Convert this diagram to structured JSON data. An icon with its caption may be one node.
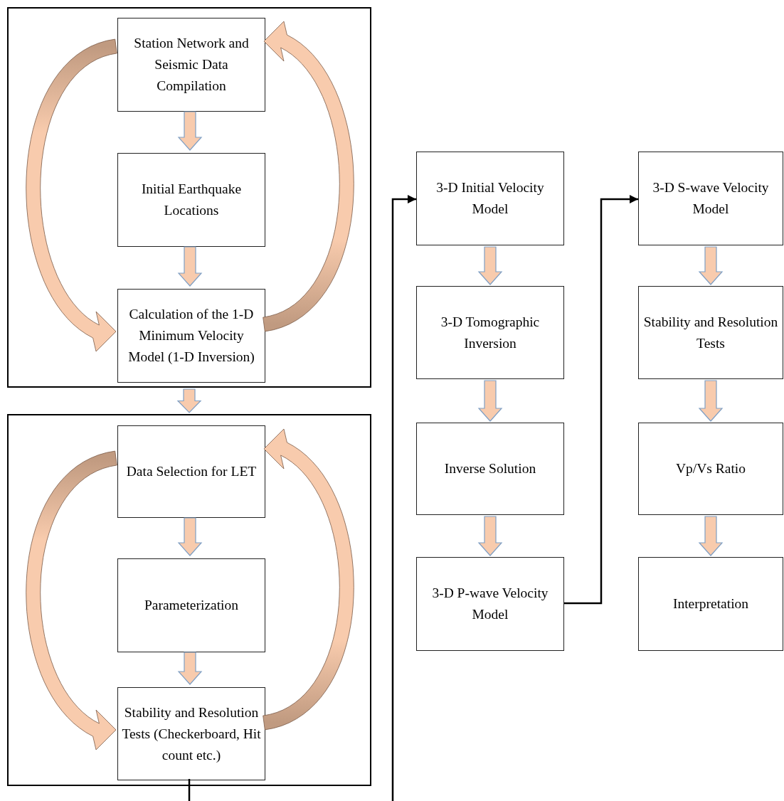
{
  "diagram": {
    "nodes": [
      {
        "text": [],
        "shape": "box"
      },
      {
        "text": [
          "Station Network and Seismic Data Compilation"
        ],
        "in": 0
      },
      {
        "text": [
          "Initial Earthquake Locations"
        ],
        "in": 0
      },
      {
        "text": [
          "Calculation of the 1-D Minimum Velocity Model (1-D Inversion)"
        ],
        "in": 0
      },
      {
        "text": [],
        "shape": "box"
      },
      {
        "text": [
          "Data Selection for LET"
        ],
        "in": 4
      },
      {
        "text": [
          "Parameterization"
        ],
        "in": 4
      },
      {
        "text": [
          "Stability and Resolution Tests (Checkerboard, Hit count etc.)"
        ],
        "in": 4
      },
      {
        "text": [
          "3-D Initial Velocity Model"
        ]
      },
      {
        "text": [
          "3-D Tomographic Inversion"
        ]
      },
      {
        "text": [
          "Inverse Solution"
        ]
      },
      {
        "text": [
          "3-D P-wave Velocity Model"
        ]
      },
      {
        "text": [
          "3-D S-wave Velocity Model"
        ]
      },
      {
        "text": [
          "Stability and Resolution Tests"
        ]
      },
      {
        "text": [
          "Vp/Vs Ratio"
        ]
      },
      {
        "text": [
          "Interpretation"
        ]
      }
    ],
    "edges": [
      {
        "from": 1,
        "to": 2,
        "arrow": "to",
        "style": "thick",
        "color": "#f8cbad"
      },
      {
        "from": 2,
        "to": 3,
        "arrow": "to",
        "style": "thick",
        "color": "#f8cbad"
      },
      {
        "from": 1,
        "to": 3,
        "arrow": "to",
        "style": "thick",
        "color": "#f8cbad"
      },
      {
        "from": 3,
        "to": 1,
        "arrow": "to",
        "style": "thick",
        "color": "#f8cbad"
      },
      {
        "from": 0,
        "to": 4,
        "arrow": "to",
        "style": "thick",
        "color": "#f8cbad"
      },
      {
        "from": 5,
        "to": 6,
        "arrow": "to",
        "style": "thick",
        "color": "#f8cbad"
      },
      {
        "from": 6,
        "to": 7,
        "arrow": "to",
        "style": "thick",
        "color": "#f8cbad"
      },
      {
        "from": 5,
        "to": 7,
        "arrow": "to",
        "style": "thick",
        "color": "#f8cbad"
      },
      {
        "from": 7,
        "to": 5,
        "arrow": "to",
        "style": "thick",
        "color": "#f8cbad"
      },
      {
        "from": 7,
        "to": null,
        "arrow": "none"
      },
      {
        "from": null,
        "to": 8,
        "arrow": "to"
      },
      {
        "from": 8,
        "to": 9,
        "arrow": "to",
        "style": "thick",
        "color": "#f8cbad"
      },
      {
        "from": 9,
        "to": 10,
        "arrow": "to",
        "style": "thick",
        "color": "#f8cbad"
      },
      {
        "from": 10,
        "to": 11,
        "arrow": "to",
        "style": "thick",
        "color": "#f8cbad"
      },
      {
        "from": 11,
        "to": 12,
        "arrow": "to"
      },
      {
        "from": 12,
        "to": 13,
        "arrow": "to",
        "style": "thick",
        "color": "#f8cbad"
      },
      {
        "from": 13,
        "to": 14,
        "arrow": "to",
        "style": "thick",
        "color": "#f8cbad"
      },
      {
        "from": 14,
        "to": 15,
        "arrow": "to",
        "style": "thick",
        "color": "#f8cbad"
      }
    ]
  }
}
